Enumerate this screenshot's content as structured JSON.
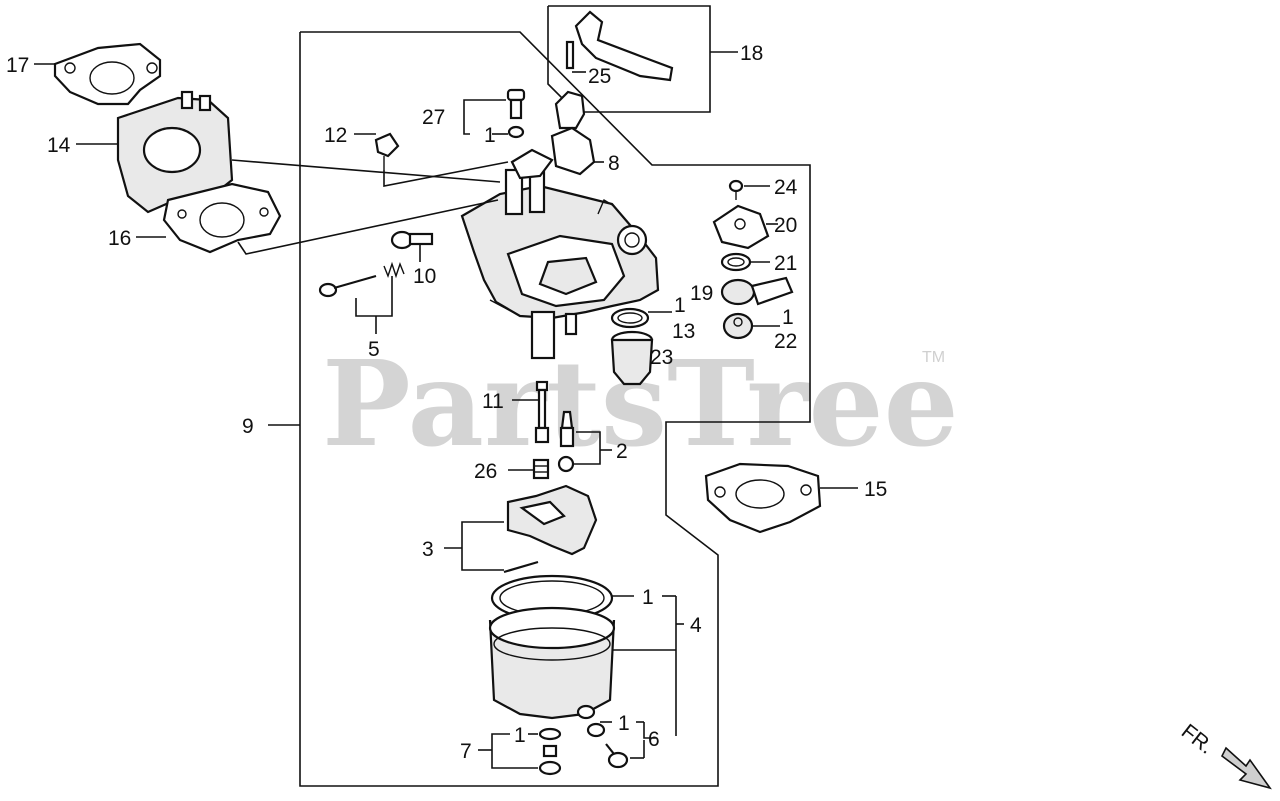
{
  "watermark": {
    "text": "PartsTree",
    "trademark": "TM"
  },
  "direction_marker": "FR.",
  "callouts": {
    "c1": "1",
    "c2": "2",
    "c3": "3",
    "c4": "4",
    "c5": "5",
    "c6": "6",
    "c7": "7",
    "c8": "8",
    "c9": "9",
    "c10": "10",
    "c11": "11",
    "c12": "12",
    "c13": "13",
    "c14": "14",
    "c15": "15",
    "c16": "16",
    "c17": "17",
    "c18": "18",
    "c19": "19",
    "c20": "20",
    "c21": "21",
    "c22": "22",
    "c23": "23",
    "c24": "24",
    "c25": "25",
    "c26": "26",
    "c27": "27"
  }
}
